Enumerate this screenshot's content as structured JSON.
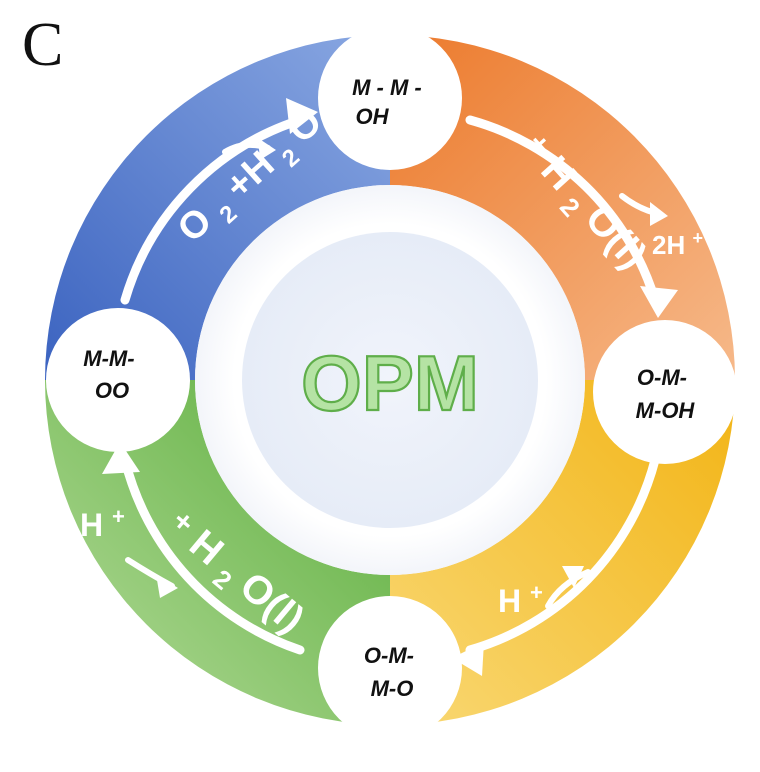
{
  "panel_label": "C",
  "center": {
    "label": "OPM",
    "color": "#8fd07a"
  },
  "nodes": {
    "top": [
      "M - M -",
      "OH"
    ],
    "right": [
      "O-M-",
      "M-OH"
    ],
    "bottom": [
      "O-M-",
      "M-O"
    ],
    "left": [
      "M-M-",
      "OO"
    ]
  },
  "steps": {
    "top_right": {
      "reactant_prefix": "+",
      "reactant": "H",
      "reactant_sub": "2",
      "reactant_rest": "O(l)",
      "product": "2H",
      "product_sup": "+"
    },
    "right_bottom": {
      "product": "H",
      "product_sup": "+"
    },
    "bottom_left": {
      "reactant_prefix": "+",
      "reactant": "H",
      "reactant_sub": "2",
      "reactant_rest": "O(l)",
      "product": "H",
      "product_sup": "+"
    },
    "left_top": {
      "product": "O",
      "product_sub": "2",
      "product_plus": "+H",
      "product_sub2": "2",
      "product_rest": "O"
    }
  },
  "colors": {
    "blue": "#3f6fc9",
    "orange": "#ee8a3a",
    "yellow": "#f3bd1c",
    "green": "#6cb84a",
    "center_fill": "#eef2fa"
  }
}
